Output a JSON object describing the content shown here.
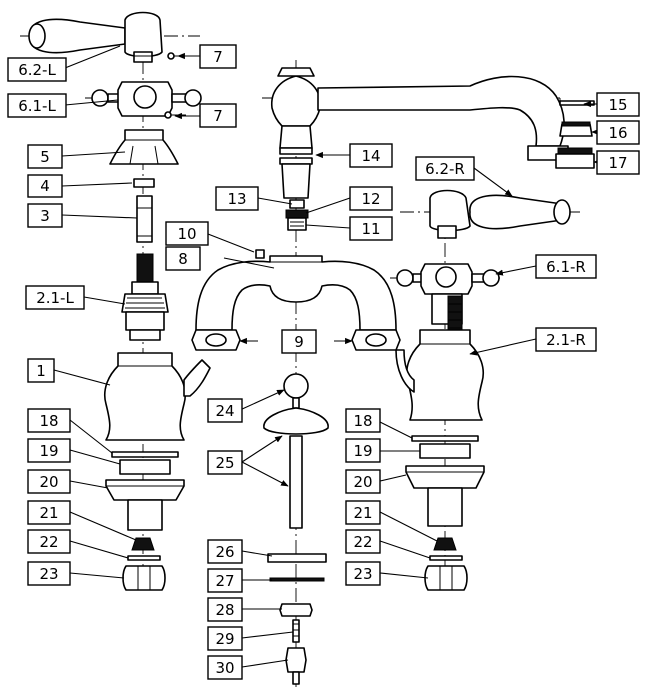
{
  "diagram": {
    "labels": {
      "p1": "1",
      "p2_1_l": "2.1-L",
      "p2_1_r": "2.1-R",
      "p3": "3",
      "p4": "4",
      "p5": "5",
      "p6_1_l": "6.1-L",
      "p6_1_r": "6.1-R",
      "p6_2_l": "6.2-L",
      "p6_2_r": "6.2-R",
      "p7_top": "7",
      "p7_mid": "7",
      "p8": "8",
      "p9": "9",
      "p10": "10",
      "p11": "11",
      "p12": "12",
      "p13": "13",
      "p14": "14",
      "p15": "15",
      "p16": "16",
      "p17": "17",
      "p18_l": "18",
      "p18_r": "18",
      "p19_l": "19",
      "p19_r": "19",
      "p20_l": "20",
      "p20_r": "20",
      "p21_l": "21",
      "p21_r": "21",
      "p22_l": "22",
      "p22_r": "22",
      "p23_l": "23",
      "p23_r": "23",
      "p24": "24",
      "p25": "25",
      "p26": "26",
      "p27": "27",
      "p28": "28",
      "p29": "29",
      "p30": "30"
    }
  }
}
